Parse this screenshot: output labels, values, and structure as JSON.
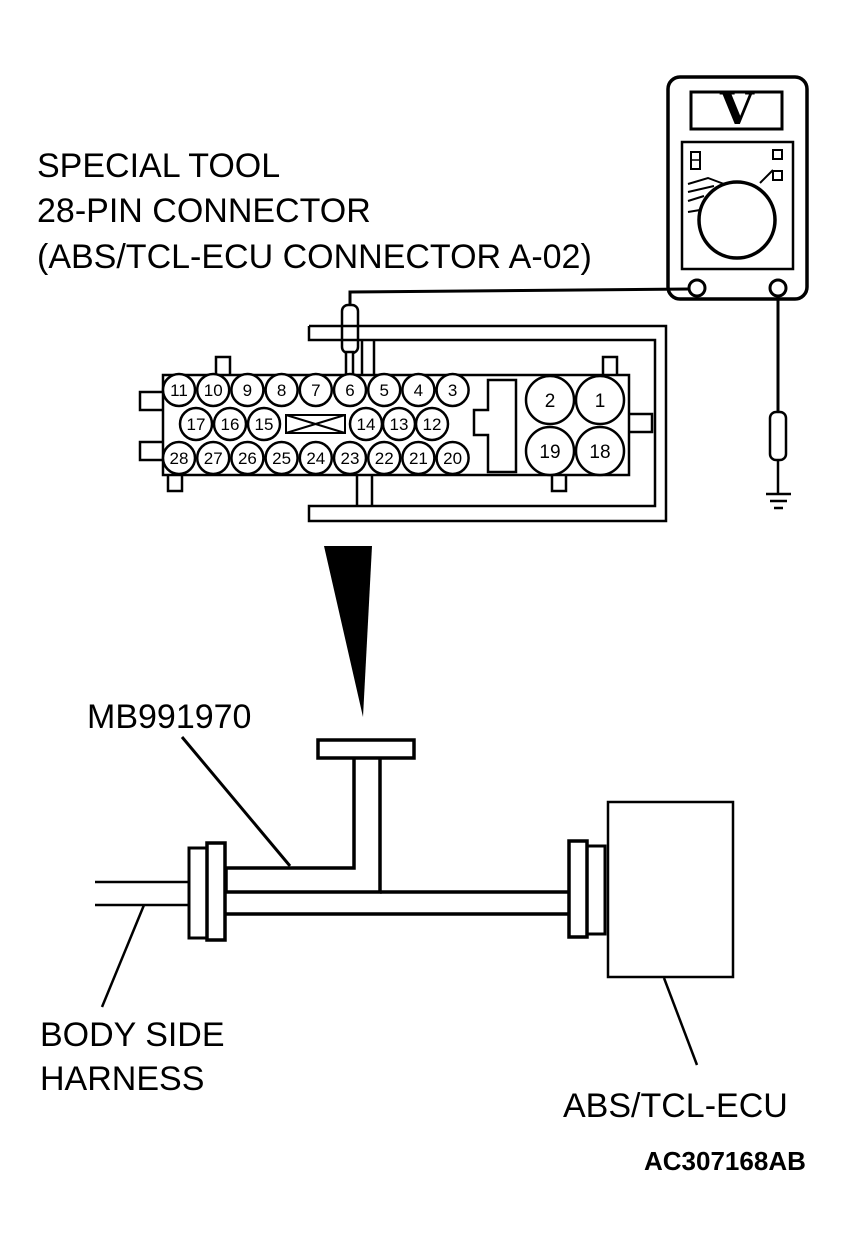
{
  "labels": {
    "special_tool_line1": "SPECIAL TOOL",
    "special_tool_line2": "28-PIN CONNECTOR",
    "special_tool_line3": "(ABS/TCL-ECU CONNECTOR A-02)",
    "mb_tool": "MB991970",
    "body_side_line1": "BODY SIDE",
    "body_side_line2": "HARNESS",
    "ecu": "ABS/TCL-ECU",
    "figure_code": "AC307168AB"
  },
  "voltmeter": {
    "display": "V"
  },
  "connector": {
    "row_top": [
      "11",
      "10",
      "9",
      "8",
      "7",
      "6",
      "5",
      "4",
      "3"
    ],
    "row_middle": [
      "17",
      "16",
      "15",
      "14",
      "13",
      "12"
    ],
    "row_bottom": [
      "28",
      "27",
      "26",
      "25",
      "24",
      "23",
      "22",
      "21",
      "20"
    ],
    "large_top": [
      "2",
      "1"
    ],
    "large_bottom": [
      "19",
      "18"
    ],
    "probed_pin": "6"
  }
}
